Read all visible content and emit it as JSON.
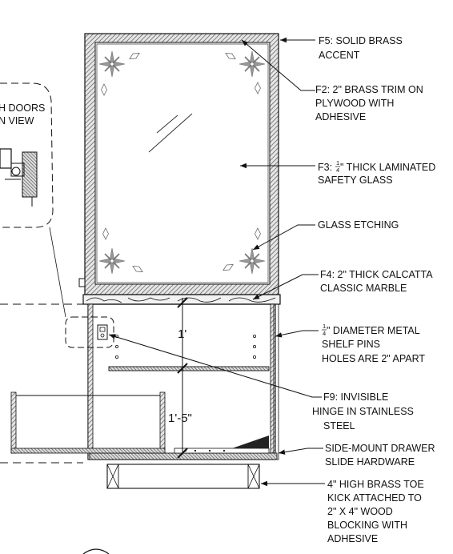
{
  "detail_callout": {
    "line1": "H DOORS",
    "line2": "N VIEW"
  },
  "dimensions": {
    "upper": "1'",
    "lower": "1'-5\""
  },
  "notes": {
    "f5": [
      "F5: SOLID BRASS",
      "ACCENT"
    ],
    "f2": [
      "F2: 2\" BRASS TRIM ON",
      "PLYWOOD WITH",
      "ADHESIVE"
    ],
    "f3_a": "F3: ",
    "f3_frac_num": "1",
    "f3_frac_den": "4",
    "f3_b": "\" THICK LAMINATED",
    "f3_line2": "SAFETY GLASS",
    "etching": "GLASS ETCHING",
    "f4": [
      "F4: 2\" THICK CALCATTA",
      "CLASSIC MARBLE"
    ],
    "pins_frac_num": "1",
    "pins_frac_den": "4",
    "pins_a": "\" DIAMETER METAL",
    "pins_line2": "SHELF PINS",
    "pins_line3": "HOLES ARE 2\" APART",
    "f9": [
      "F9: INVISIBLE",
      "HINGE IN STAINLESS",
      "STEEL"
    ],
    "slide": [
      "SIDE-MOUNT DRAWER",
      "SLIDE HARDWARE"
    ],
    "toekick": [
      "4\" HIGH BRASS TOE",
      "KICK ATTACHED TO",
      "2\" X 4\" WOOD",
      "BLOCKING WITH",
      "ADHESIVE"
    ]
  },
  "colors": {
    "line": "#111111",
    "hatch": "#555555",
    "etch": "#888888"
  },
  "icons": [
    "star-etching-icon",
    "diamond-etching-icon",
    "arrowhead-icon"
  ]
}
